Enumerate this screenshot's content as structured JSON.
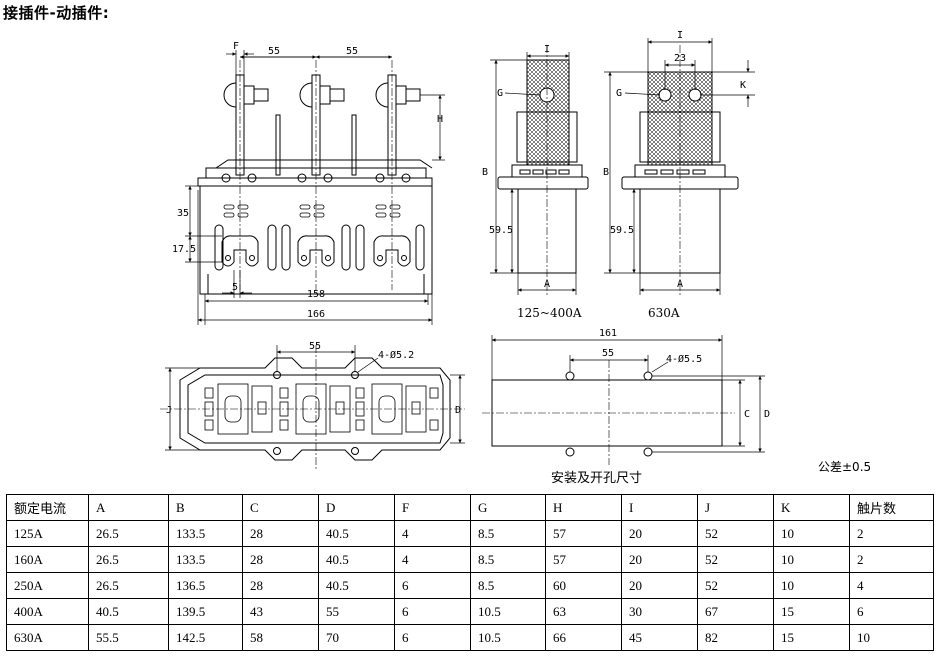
{
  "title": "接插件-动插件:",
  "front_view": {
    "dim_F": "F",
    "dim_55a": "55",
    "dim_55b": "55",
    "dim_H": "H",
    "dim_35": "35",
    "dim_17_5": "17.5",
    "dim_5": "5",
    "dim_158": "158",
    "dim_166": "166"
  },
  "side_view_small": {
    "dim_I": "I",
    "dim_G": "G",
    "dim_B": "B",
    "dim_59_5": "59.5",
    "dim_A": "A",
    "caption": "125~400A"
  },
  "side_view_large": {
    "dim_I": "I",
    "dim_23": "23",
    "dim_G": "G",
    "dim_K": "K",
    "dim_B": "B",
    "dim_59_5": "59.5",
    "dim_A": "A",
    "caption": "630A"
  },
  "bottom_view": {
    "dim_55": "55",
    "dim_holes": "4-Ø5.2",
    "dim_J": "J",
    "dim_D": "D"
  },
  "mount_view": {
    "dim_161": "161",
    "dim_55": "55",
    "dim_holes": "4-Ø5.5",
    "dim_C": "C",
    "dim_D": "D",
    "caption": "安装及开孔尺寸"
  },
  "tolerance": "公差±0.5",
  "table": {
    "headers": [
      "额定电流",
      "A",
      "B",
      "C",
      "D",
      "F",
      "G",
      "H",
      "I",
      "J",
      "K",
      "触片数"
    ],
    "rows": [
      [
        "125A",
        "26.5",
        "133.5",
        "28",
        "40.5",
        "4",
        "8.5",
        "57",
        "20",
        "52",
        "10",
        "2"
      ],
      [
        "160A",
        "26.5",
        "133.5",
        "28",
        "40.5",
        "4",
        "8.5",
        "57",
        "20",
        "52",
        "10",
        "2"
      ],
      [
        "250A",
        "26.5",
        "136.5",
        "28",
        "40.5",
        "6",
        "8.5",
        "60",
        "20",
        "52",
        "10",
        "4"
      ],
      [
        "400A",
        "40.5",
        "139.5",
        "43",
        "55",
        "6",
        "10.5",
        "63",
        "30",
        "67",
        "15",
        "6"
      ],
      [
        "630A",
        "55.5",
        "142.5",
        "58",
        "70",
        "6",
        "10.5",
        "66",
        "45",
        "82",
        "15",
        "10"
      ]
    ]
  }
}
